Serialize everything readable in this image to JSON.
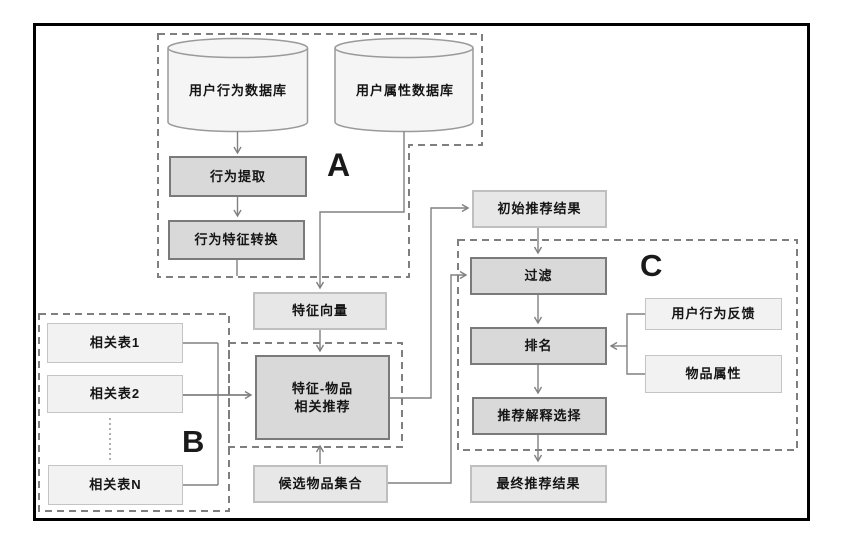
{
  "diagram": {
    "title": "recommendation-pipeline-flowchart",
    "section_labels": {
      "a": "A",
      "b": "B",
      "c": "C"
    },
    "databases": {
      "behavior_db": "用户行为数据库",
      "attribute_db": "用户属性数据库"
    },
    "nodes": {
      "behavior_extraction": "行为提取",
      "behavior_feature_transform": "行为特征转换",
      "feature_vector": "特征向量",
      "feature_item_rec_line1": "特征-物品",
      "feature_item_rec_line2": "相关推荐",
      "candidate_items": "候选物品集合",
      "related_table_1": "相关表1",
      "related_table_2": "相关表2",
      "related_table_n": "相关表N",
      "initial_results": "初始推荐结果",
      "filter": "过滤",
      "ranking": "排名",
      "explanation_selection": "推荐解释选择",
      "final_results": "最终推荐结果",
      "user_feedback": "用户行为反馈",
      "item_attributes": "物品属性"
    },
    "colors": {
      "frame": "#000000",
      "line": "#808080",
      "dash": "#7f7f7f",
      "box_dark_fill": "#d9d9d9",
      "box_dark_border": "#7a7a7a",
      "box_mid_fill": "#e7e7e7",
      "box_mid_border": "#bfbfbf",
      "box_light_fill": "#f2f2f2",
      "box_light_border": "#c4c4c4",
      "cylinder_fill": "#f5f5f5",
      "cylinder_border": "#9a9a9a"
    }
  }
}
